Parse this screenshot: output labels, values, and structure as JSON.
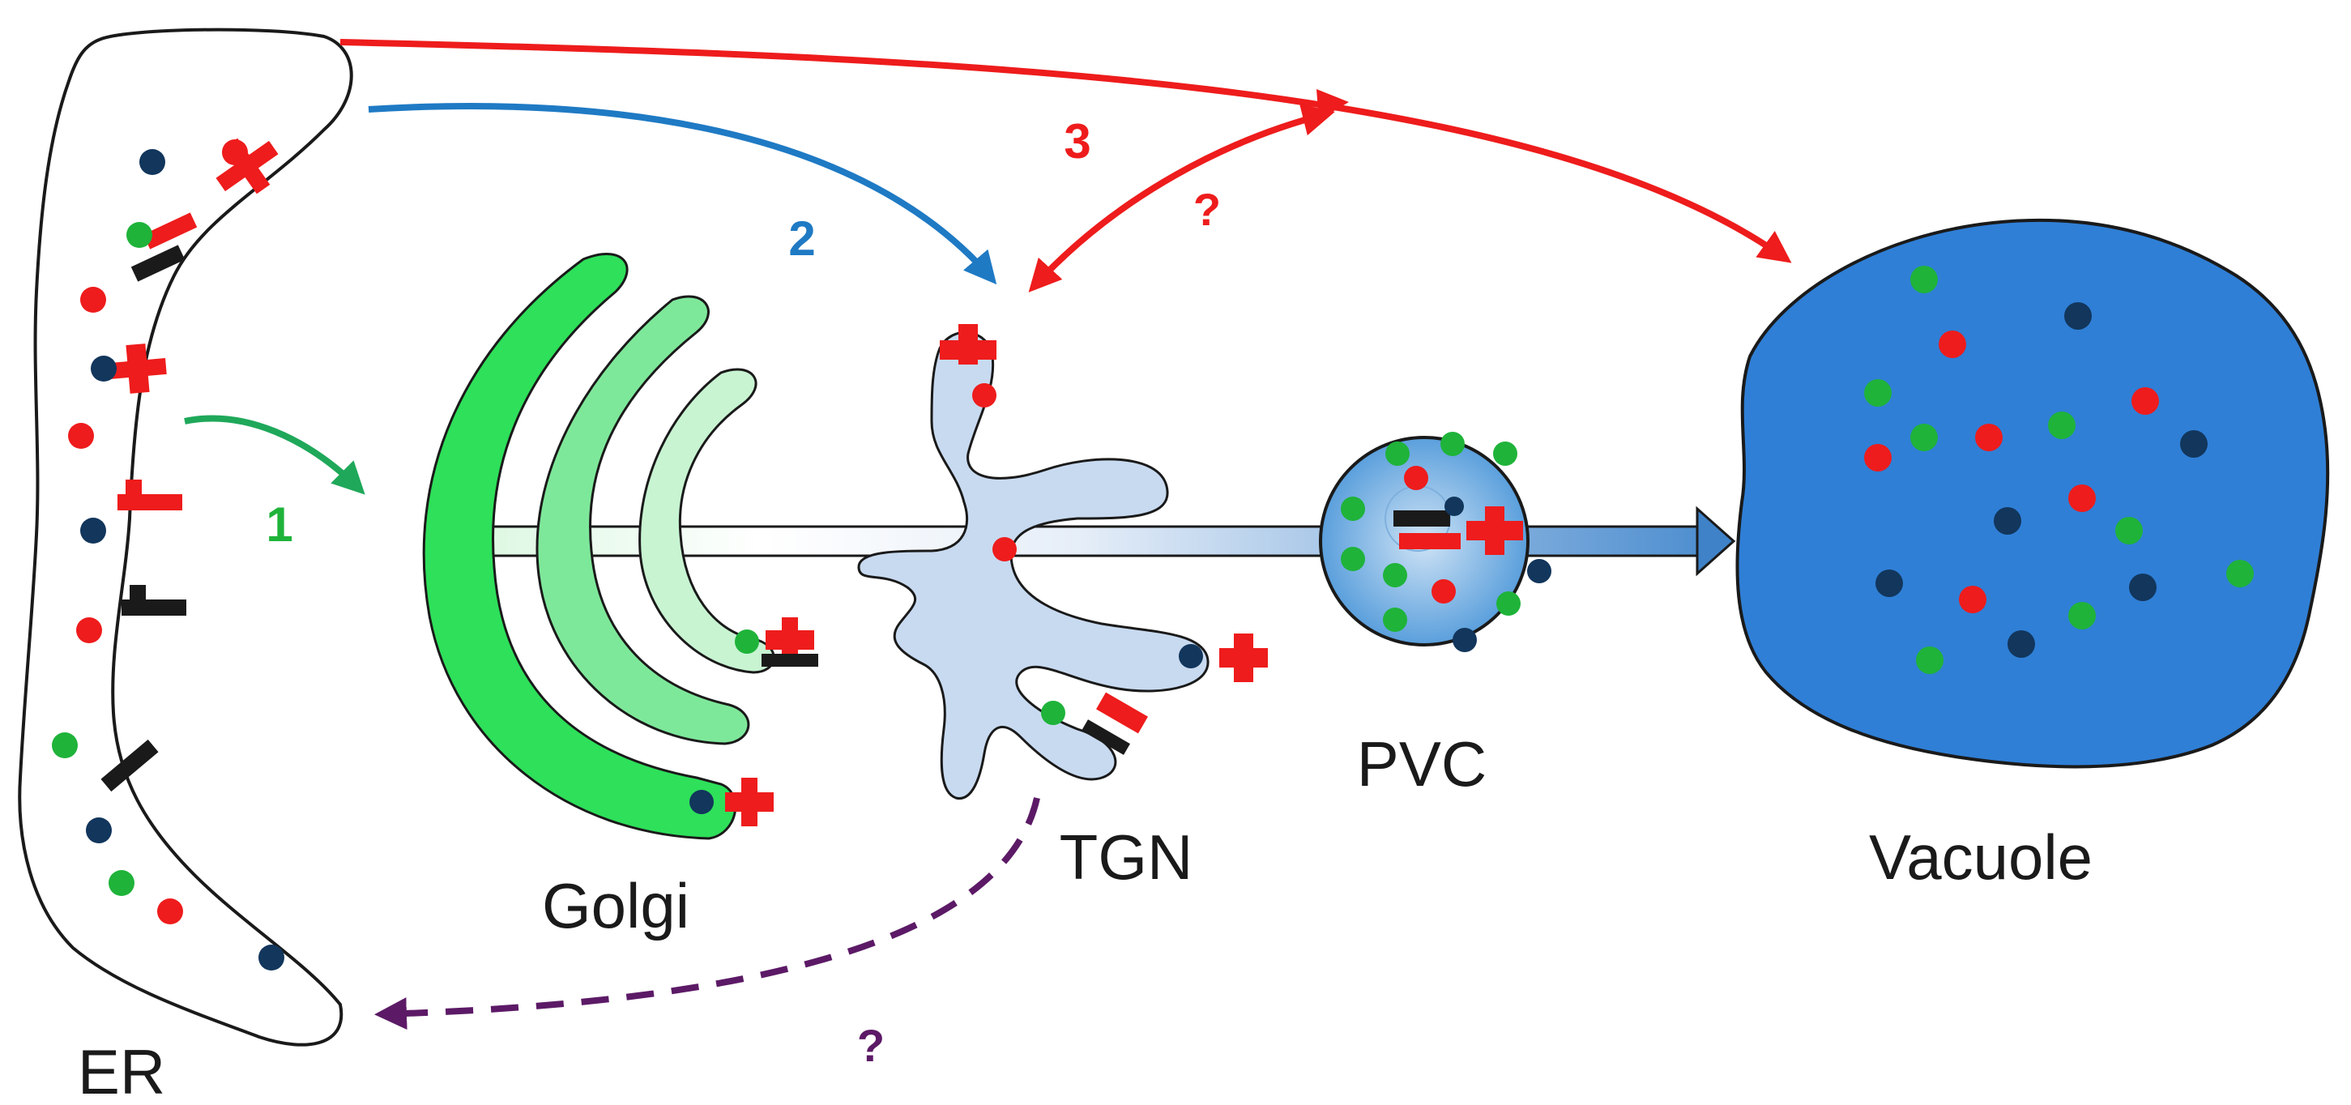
{
  "labels": {
    "er": "ER",
    "golgi": "Golgi",
    "tgn": "TGN",
    "pvc": "PVC",
    "vacuole": "Vacuole"
  },
  "routes": {
    "route_1": "1",
    "route_2": "2",
    "route_3": "3",
    "question_upper": "?",
    "question_lower": "?"
  },
  "colors": {
    "route_1": "#1fa85a",
    "route_2": "#1f7ac4",
    "route_3": "#ee1c1c",
    "retrograde": "#5c1a66",
    "golgi_outer": "#2ee05a",
    "golgi_mid": "#7ee89a",
    "golgi_inner": "#c8f4d2",
    "tgn_fill": "#c8daf0",
    "pvc_fill": "#5aa0dd",
    "vacuole_fill": "#2f7fd6",
    "dot_red": "#ee1c1c",
    "dot_green": "#1fb33a",
    "dot_navy": "#12365c"
  }
}
